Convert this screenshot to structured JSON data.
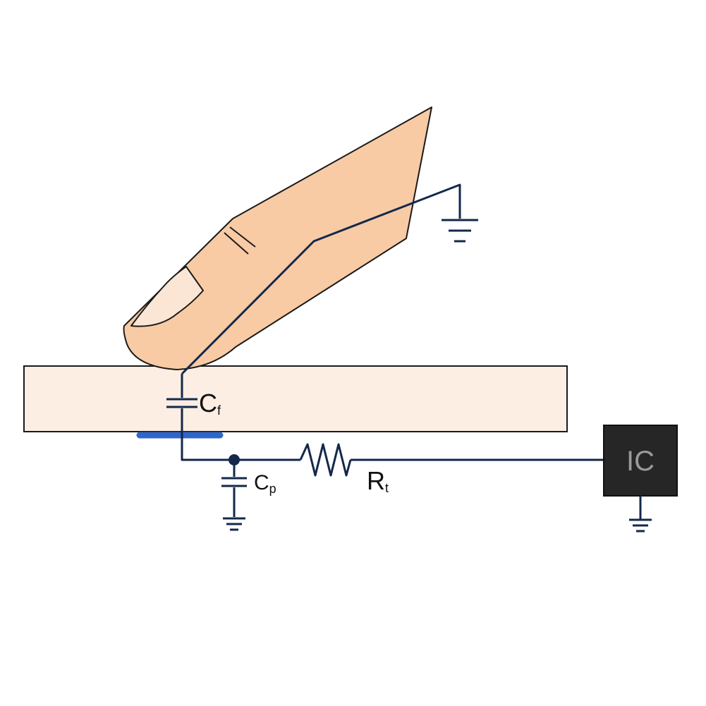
{
  "labels": {
    "cf_main": "C",
    "cf_sub": "f",
    "cp_main": "C",
    "cp_sub": "p",
    "rt_main": "R",
    "rt_sub": "t",
    "ic": "IC"
  },
  "colors": {
    "wire": "#14284b",
    "finger": "#f8cba5",
    "nail": "#fbe6d5",
    "panel": "#fdeee3",
    "electrode": "#2f66c9",
    "ic_box": "#262626",
    "ic_text": "#9a9a9a",
    "outline": "#1a1a1a"
  },
  "icons": [
    "ground-icon",
    "capacitor-icon",
    "resistor-icon",
    "junction-dot-icon"
  ]
}
